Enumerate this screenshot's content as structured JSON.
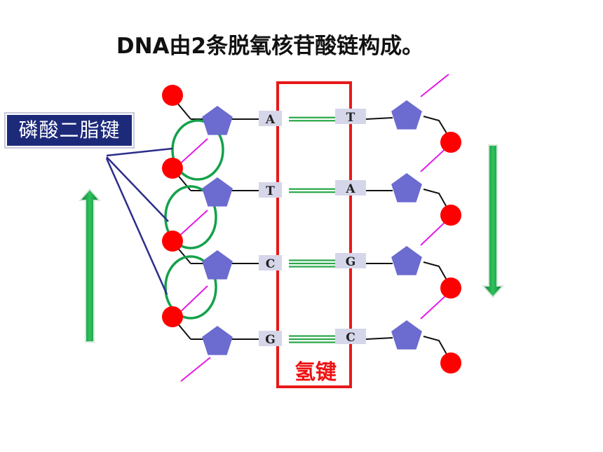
{
  "title": "DNA由2条脱氧核苷酸链构成。",
  "labels": {
    "phosphodiester": "磷酸二脂键",
    "hydrogen_bond": "氢键"
  },
  "pairs": [
    {
      "left": "A",
      "right": "T",
      "bonds": 2
    },
    {
      "left": "T",
      "right": "A",
      "bonds": 2
    },
    {
      "left": "C",
      "right": "G",
      "bonds": 3
    },
    {
      "left": "G",
      "right": "C",
      "bonds": 3
    }
  ],
  "strands": {
    "left_direction": "up",
    "right_direction": "down"
  },
  "colors": {
    "phosphate": "#ff0000",
    "sugar": "#6b6bd0",
    "base_box": "#d6d6ea",
    "hbond": "#2aa84a",
    "loop": "#13a24a",
    "highlight": "#e81919",
    "backbone_diag": "#e619e6",
    "callout_line": "#2d2d8c",
    "arrow": "#1fa84a"
  }
}
